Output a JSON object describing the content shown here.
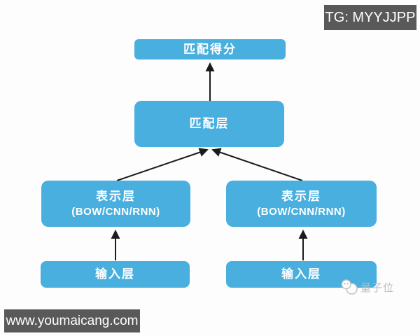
{
  "badges": {
    "telegram_label": "TG: MYYJJPP",
    "website_label": "www.youmaicang.com"
  },
  "diagram": {
    "type": "flowchart",
    "nodes": {
      "score": {
        "label": "匹配得分"
      },
      "matching": {
        "label": "匹配层"
      },
      "repr_left": {
        "label": "表示层",
        "sublabel": "(BOW/CNN/RNN)"
      },
      "repr_right": {
        "label": "表示层",
        "sublabel": "(BOW/CNN/RNN)"
      },
      "input_left": {
        "label": "输入层"
      },
      "input_right": {
        "label": "输入层"
      }
    },
    "arrows": [
      {
        "from": "matching",
        "to": "score"
      },
      {
        "from": "repr_left",
        "to": "matching"
      },
      {
        "from": "repr_right",
        "to": "matching"
      },
      {
        "from": "input_left",
        "to": "repr_left"
      },
      {
        "from": "input_right",
        "to": "repr_right"
      }
    ]
  },
  "watermark": {
    "label": "量子位",
    "icon": "qbitai-logo-icon"
  },
  "colors": {
    "node_fill": "#48AFDF",
    "node_text": "#FFFFFF",
    "badge_bg": "#595959",
    "badge_text": "#FFFFFF",
    "arrow": "#1B1B1B",
    "watermark": "#BDBDBD",
    "background": "#FDFDFD"
  }
}
